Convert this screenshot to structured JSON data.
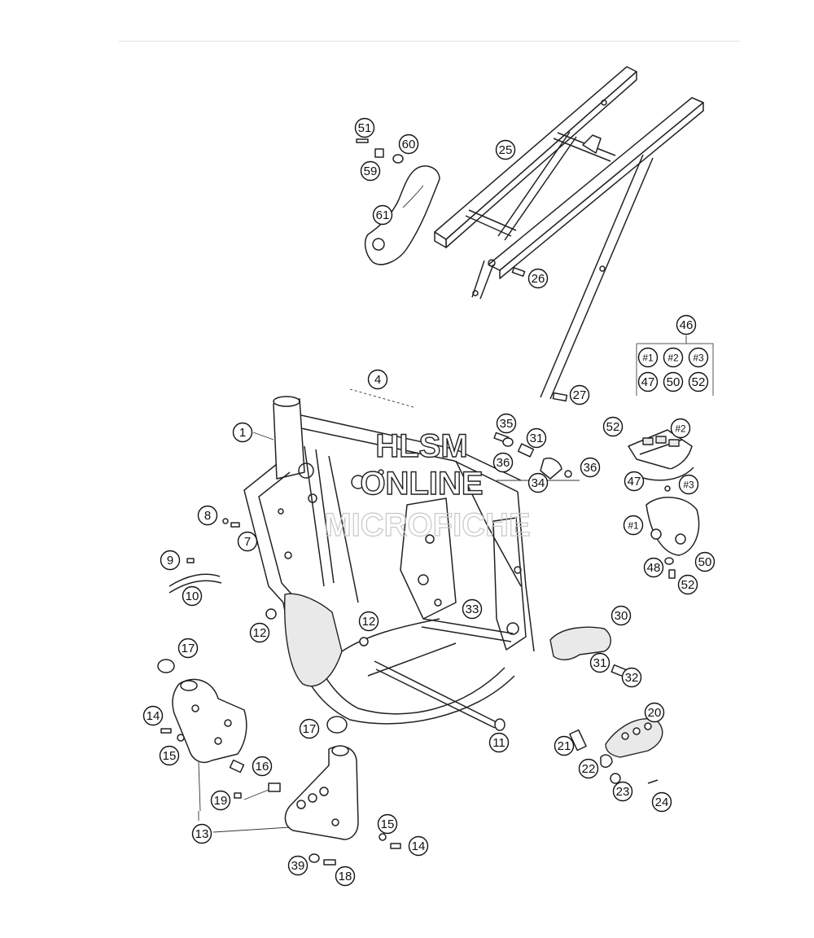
{
  "watermark": {
    "line1": "HLSM",
    "line2": "ONLINE",
    "line3": "MICROFICHE"
  },
  "callouts": [
    "1",
    "4",
    "7",
    "8",
    "9",
    "10",
    "11",
    "12",
    "12",
    "13",
    "14",
    "14",
    "15",
    "15",
    "16",
    "17",
    "17",
    "18",
    "19",
    "20",
    "21",
    "22",
    "23",
    "24",
    "25",
    "26",
    "27",
    "30",
    "31",
    "31",
    "32",
    "33",
    "34",
    "35",
    "36",
    "36",
    "39",
    "46",
    "47",
    "47",
    "48",
    "50",
    "50",
    "51",
    "52",
    "52",
    "52",
    "59",
    "60",
    "61"
  ],
  "legend_box": {
    "header": "46",
    "row1": [
      "#1",
      "#2",
      "#3"
    ],
    "row2": [
      "47",
      "50",
      "52"
    ]
  },
  "variant_labels": [
    "#1",
    "#2",
    "#3"
  ]
}
